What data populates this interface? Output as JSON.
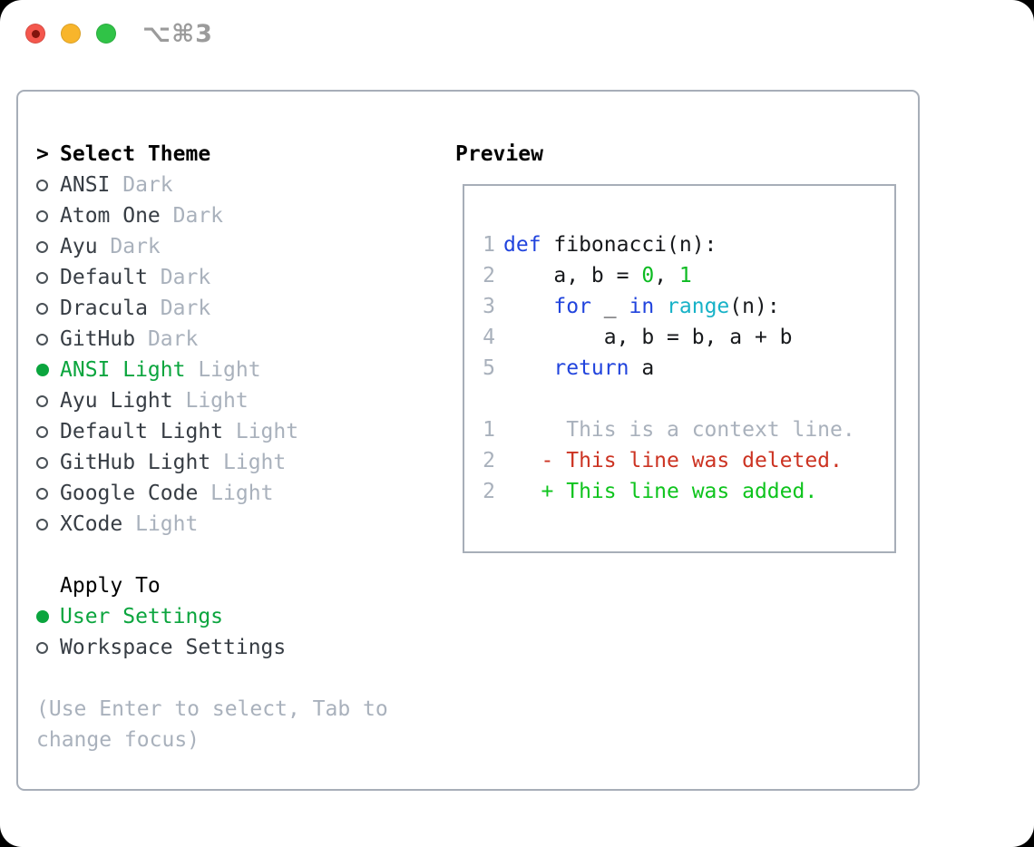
{
  "colors": {
    "win-bg": "#ffffff",
    "border": "#a7aeb8",
    "text": "#373d44",
    "heading": "#000000",
    "muted": "#a9b1bc",
    "green": "#0ba53e",
    "plain": "#17191c",
    "code-kw": "#2144dd",
    "code-builtin": "#17b2c7",
    "code-num": "#0dbb22",
    "diff-red": "#cc3322",
    "diff-green": "#0ec41d",
    "tl-red": "#f4574d",
    "tl-red-dot": "#82150d",
    "tl-yellow": "#f8b52b",
    "tl-green": "#30c347",
    "shortcut": "#9b9b9b"
  },
  "titlebar": {
    "shortcut": "⌥⌘3"
  },
  "theme_panel": {
    "header_marker": ">",
    "header": "Select Theme",
    "themes": [
      {
        "name": "ANSI",
        "variant": "Dark",
        "selected": false
      },
      {
        "name": "Atom One",
        "variant": "Dark",
        "selected": false
      },
      {
        "name": "Ayu",
        "variant": "Dark",
        "selected": false
      },
      {
        "name": "Default",
        "variant": "Dark",
        "selected": false
      },
      {
        "name": "Dracula",
        "variant": "Dark",
        "selected": false
      },
      {
        "name": "GitHub",
        "variant": "Dark",
        "selected": false
      },
      {
        "name": "ANSI Light",
        "variant": "Light",
        "selected": true
      },
      {
        "name": "Ayu Light",
        "variant": "Light",
        "selected": false
      },
      {
        "name": "Default Light",
        "variant": "Light",
        "selected": false
      },
      {
        "name": "GitHub Light",
        "variant": "Light",
        "selected": false
      },
      {
        "name": "Google Code",
        "variant": "Light",
        "selected": false
      },
      {
        "name": "XCode",
        "variant": "Light",
        "selected": false
      }
    ],
    "apply_to": {
      "header": "Apply To",
      "options": [
        {
          "label": "User Settings",
          "selected": true
        },
        {
          "label": "Workspace Settings",
          "selected": false
        }
      ]
    },
    "help_text": "(Use Enter to select, Tab to change focus)"
  },
  "preview": {
    "header": "Preview",
    "code_lines": [
      {
        "num": "1",
        "tokens": [
          {
            "t": "def",
            "c": "kw"
          },
          {
            "t": " fibonacci(n):",
            "c": "plain"
          }
        ]
      },
      {
        "num": "2",
        "tokens": [
          {
            "t": "    a, b = ",
            "c": "plain"
          },
          {
            "t": "0",
            "c": "num"
          },
          {
            "t": ", ",
            "c": "plain"
          },
          {
            "t": "1",
            "c": "num"
          }
        ]
      },
      {
        "num": "3",
        "tokens": [
          {
            "t": "    ",
            "c": "plain"
          },
          {
            "t": "for",
            "c": "kw"
          },
          {
            "t": " _ ",
            "c": "plain"
          },
          {
            "t": "in",
            "c": "kw"
          },
          {
            "t": " ",
            "c": "plain"
          },
          {
            "t": "range",
            "c": "builtin"
          },
          {
            "t": "(n):",
            "c": "plain"
          }
        ]
      },
      {
        "num": "4",
        "tokens": [
          {
            "t": "        a, b = b, a + b",
            "c": "plain"
          }
        ]
      },
      {
        "num": "5",
        "tokens": [
          {
            "t": "    ",
            "c": "plain"
          },
          {
            "t": "return",
            "c": "kw"
          },
          {
            "t": " a",
            "c": "plain"
          }
        ]
      },
      {
        "num": "",
        "tokens": []
      },
      {
        "num": "1",
        "tokens": [
          {
            "t": "     This is a context line.",
            "c": "context"
          }
        ]
      },
      {
        "num": "2",
        "tokens": [
          {
            "t": "   - This line was deleted.",
            "c": "deleted"
          }
        ]
      },
      {
        "num": "2",
        "tokens": [
          {
            "t": "   + This line was added.",
            "c": "added"
          }
        ]
      }
    ]
  }
}
